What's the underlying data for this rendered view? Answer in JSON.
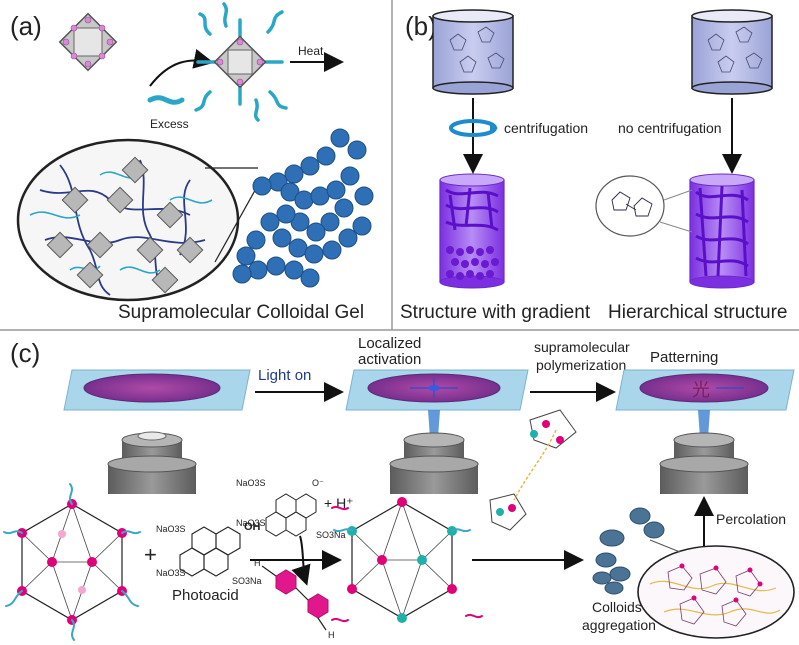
{
  "panels": {
    "a": {
      "label": "(a)",
      "excess": "Excess",
      "heat": "Heat",
      "caption": "Supramolecular Colloidal Gel"
    },
    "b": {
      "label": "(b)",
      "centrifugation": "centrifugation",
      "no_centrifugation": "no centrifugation",
      "caption_left": "Structure with gradient",
      "caption_right": "Hierarchical structure"
    },
    "c": {
      "label": "(c)",
      "light_on": "Light on",
      "localized_1": "Localized",
      "localized_2": "activation",
      "supra_1": "supramolecular",
      "supra_2": "polymerization",
      "patterning": "Patterning",
      "photoacid": "Photoacid",
      "plus": "+",
      "percolation": "Percolation",
      "colloids_1": "Colloids",
      "colloids_2": "aggregation",
      "pattern_char": "光",
      "chem": {
        "naO3S_1": "NaO3S",
        "naO3S_2": "NaO3S",
        "oh": "OH",
        "so3na": "SO3Na",
        "naO3S_3": "NaO3S",
        "naO3S_4": "NaO3S",
        "o_minus": "O⁻",
        "so3na_2": "SO3Na",
        "h_plus": "+ H⁺",
        "h1": "H",
        "h2": "H"
      }
    }
  },
  "colors": {
    "accent_blue": "#1d6fa8",
    "gel_blue": "#2f6fb5",
    "purple": "#8a3ff0",
    "magenta": "#e0007a",
    "cyan": "#3aa7c9",
    "glass": "#a9d6ea"
  }
}
